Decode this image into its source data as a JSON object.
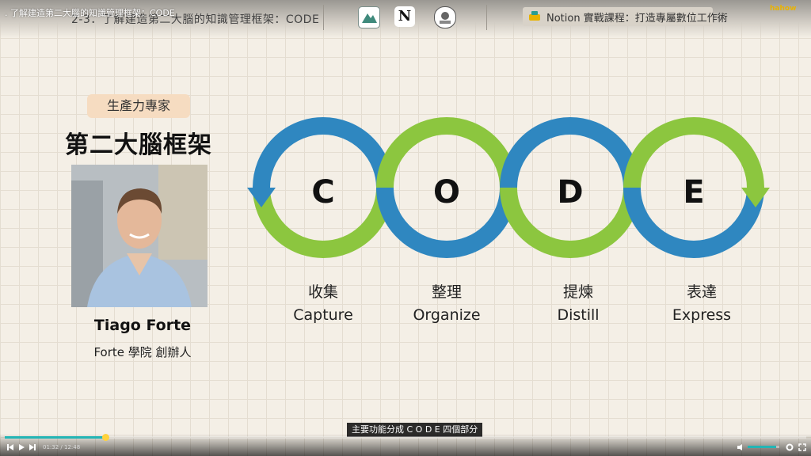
{
  "player": {
    "video_title": ". 了解建造第二大腦的知識管理框架：CODE",
    "current_time": "01:32",
    "time_separator": "/",
    "duration": "12:48",
    "progress_fraction": 0.125,
    "volume_fraction": 0.9,
    "subtitle": "主要功能分成 C O D E 四個部分",
    "accent_color": "#23b5b5",
    "knob_color": "#ffd23c",
    "icons": [
      "prev-icon",
      "play-icon",
      "next-icon",
      "volume-icon",
      "gear-icon",
      "fullscreen-icon"
    ]
  },
  "slide": {
    "lesson_line": "2-3．了解建造第二大腦的知識管理框架：CODE",
    "course_title": "Notion 實戰課程：打造專屬數位工作術",
    "brand": "hahow",
    "badge": "生產力專家",
    "title": "第二大腦框架",
    "person_name": "Tiago Forte",
    "person_role": "Forte 學院 創辦人",
    "colors": {
      "blue": "#2f87c0",
      "green": "#8cc63f",
      "badge_bg": "#f6dcc1"
    },
    "code_steps": [
      {
        "letter": "C",
        "zh": "收集",
        "en": "Capture"
      },
      {
        "letter": "O",
        "zh": "整理",
        "en": "Organize"
      },
      {
        "letter": "D",
        "zh": "提煉",
        "en": "Distill"
      },
      {
        "letter": "E",
        "zh": "表達",
        "en": "Express"
      }
    ]
  }
}
